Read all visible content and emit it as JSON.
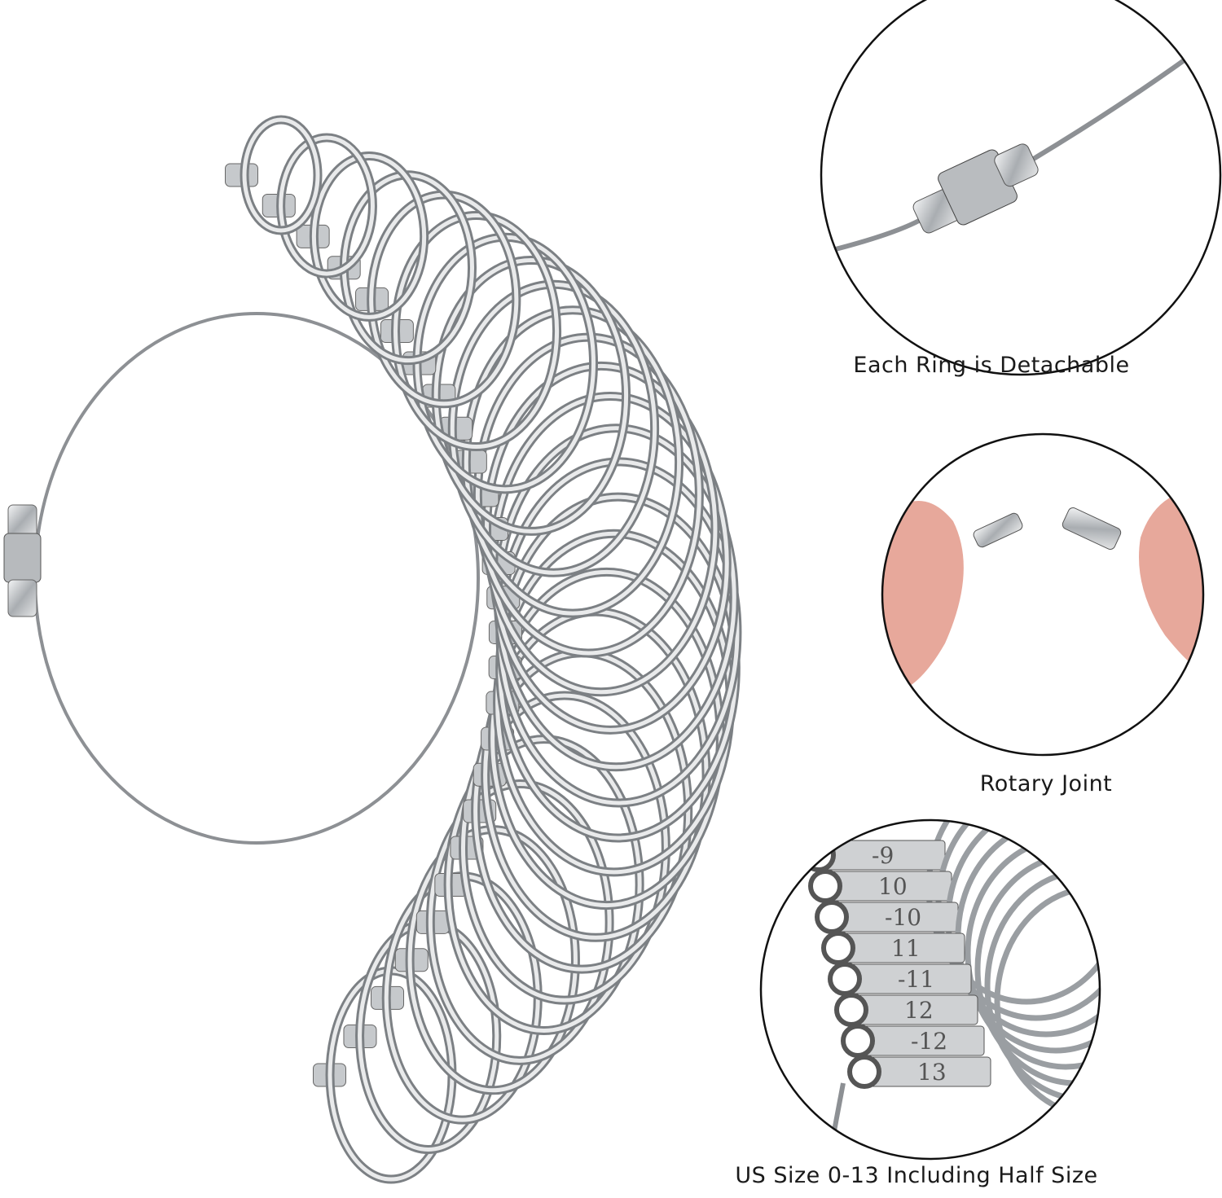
{
  "captions": {
    "detachable": "Each Ring is Detachable",
    "rotary": "Rotary Joint",
    "sizes": "US Size 0-13 Including Half Size"
  },
  "inset_size_labels": [
    "-9",
    "10",
    "-10",
    "11",
    "-11",
    "12",
    "-12",
    "13"
  ],
  "colors": {
    "metal": "#c9cbcd",
    "metal_dark": "#6e7275",
    "skin": "#e7a89b",
    "outline": "#111111"
  }
}
